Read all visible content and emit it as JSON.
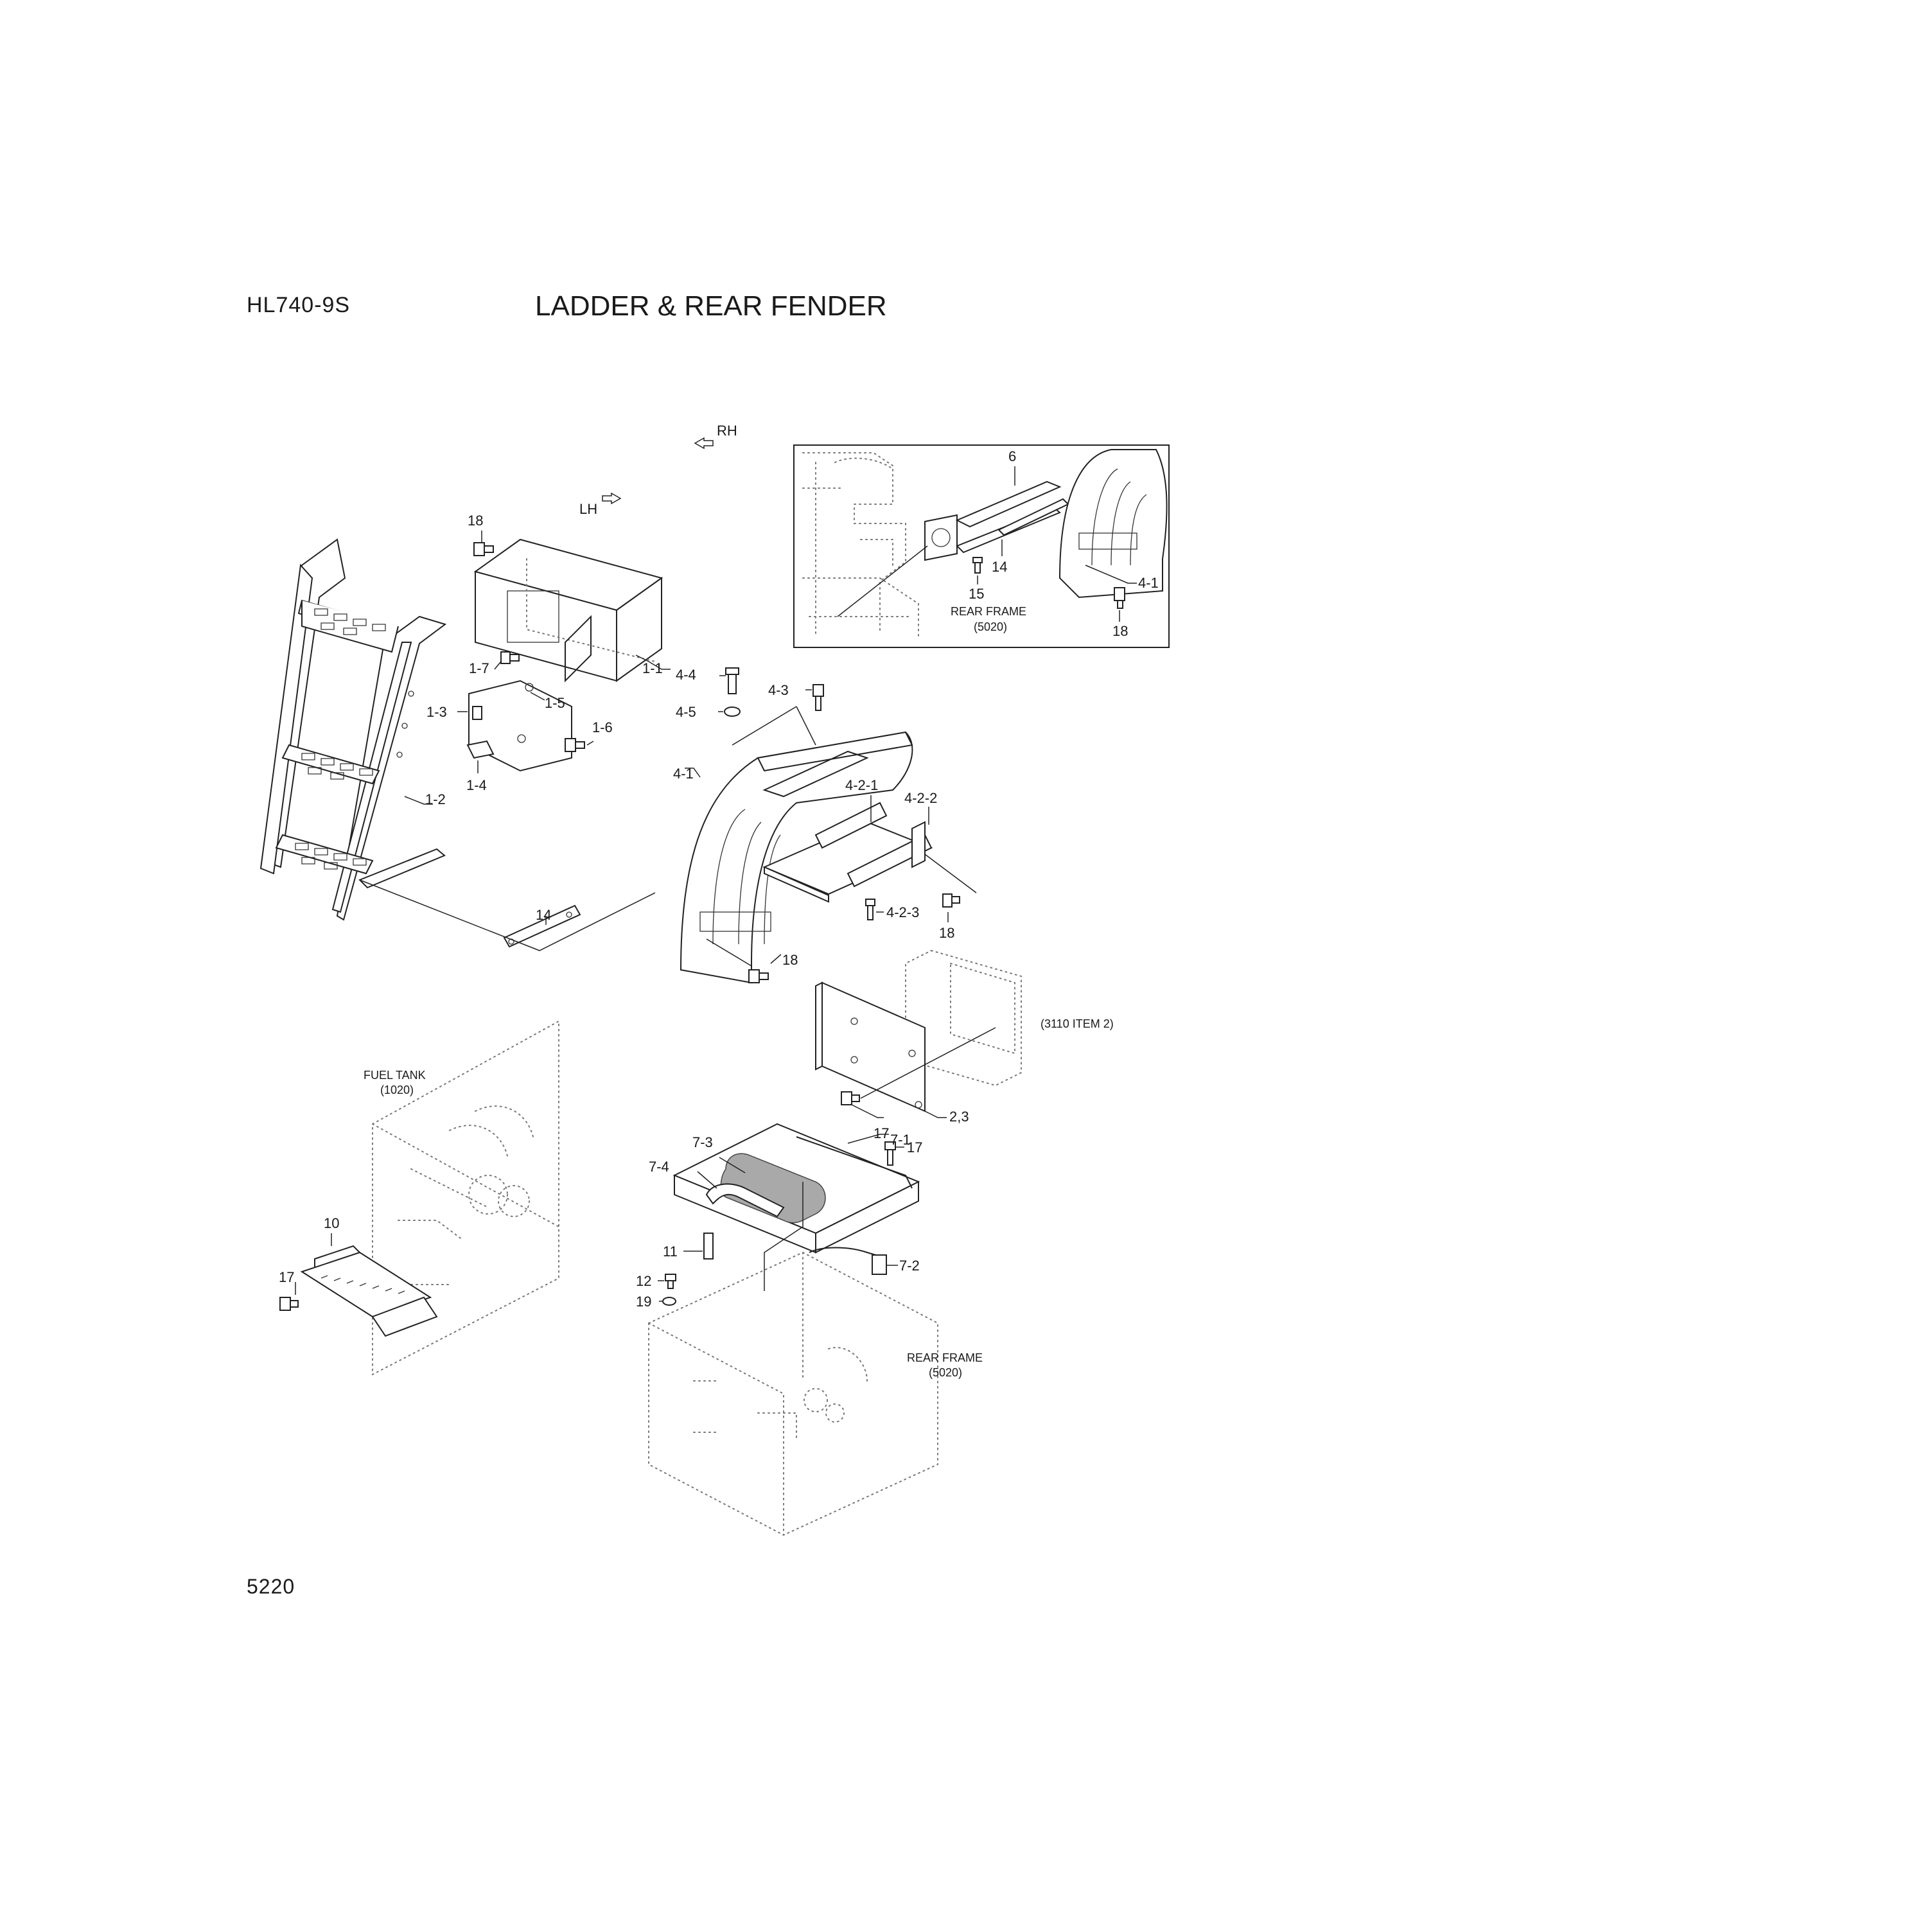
{
  "header": {
    "model": "HL740-9S",
    "title": "LADDER & REAR FENDER",
    "page_number": "5220"
  },
  "directions": {
    "rh": "RH",
    "lh": "LH"
  },
  "callouts": {
    "c18a": "18",
    "c1_7": "1-7",
    "c1_3": "1-3",
    "c1_5": "1-5",
    "c1_6": "1-6",
    "c1_4": "1-4",
    "c1_1": "1-1",
    "c1_2": "1-2",
    "c14a": "14",
    "c4_4": "4-4",
    "c4_5": "4-5",
    "c4_3": "4-3",
    "c4_1a": "4-1",
    "c4_2_1": "4-2-1",
    "c4_2_2": "4-2-2",
    "c4_2_3": "4-2-3",
    "c18b": "18",
    "c18c": "18",
    "c2_3": "2,3",
    "c17a": "17",
    "c6": "6",
    "c14b": "14",
    "c15": "15",
    "c4_1b": "4-1",
    "c18d": "18",
    "c7_3": "7-3",
    "c7_1": "7-1",
    "c17b": "17",
    "c7_4": "7-4",
    "c11": "11",
    "c7_2": "7-2",
    "c12": "12",
    "c19": "19",
    "c10": "10",
    "c17c": "17"
  },
  "notes": {
    "rear_frame_inset": [
      "REAR FRAME",
      "(5020)"
    ],
    "rear_frame_main": [
      "REAR FRAME",
      "(5020)"
    ],
    "fuel_tank": [
      "FUEL TANK",
      "(1020)"
    ],
    "ref_3110": "(3110 ITEM 2)"
  },
  "colors": {
    "line": "#222222",
    "ghost": "#777777",
    "pad": "#a9a9a9"
  }
}
